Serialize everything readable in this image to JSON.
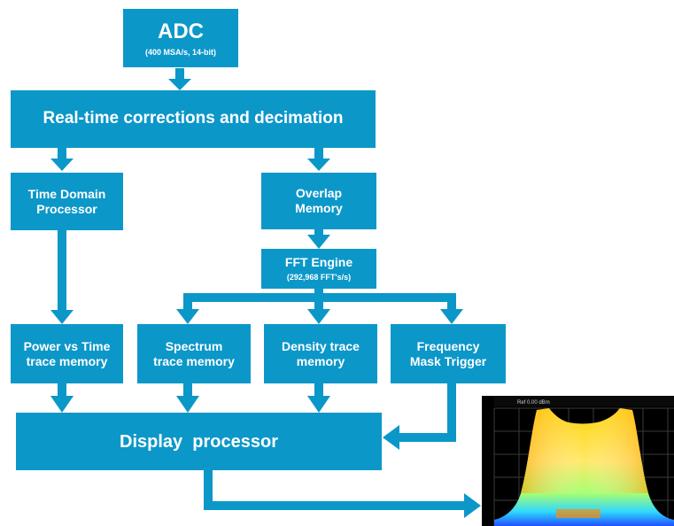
{
  "colors": {
    "box": "#0c97c9",
    "arrow": "#0c97c9",
    "text": "#ffffff"
  },
  "diagram": {
    "adc": {
      "label": "ADC",
      "sub": "(400 MSA/s, 14-bit)"
    },
    "corrections": {
      "label": "Real-time corrections and decimation"
    },
    "time_domain": {
      "line1": "Time Domain",
      "line2": "Processor"
    },
    "overlap": {
      "line1": "Overlap",
      "line2": "Memory"
    },
    "fft": {
      "label": "FFT Engine",
      "sub": "(292,968 FFT's/s)"
    },
    "power": {
      "line1": "Power vs Time",
      "line2": "trace memory"
    },
    "spectrum": {
      "line1": "Spectrum",
      "line2": "trace memory"
    },
    "density": {
      "line1": "Density trace",
      "line2": "memory"
    },
    "fmt": {
      "line1": "Frequency",
      "line2": "Mask Trigger"
    },
    "display": {
      "label": "Display  processor"
    }
  },
  "screen_thumbnail": {
    "ref_label": "Ref 0.00 dBm",
    "colors": [
      "#000000",
      "#ffe000",
      "#ff8a00",
      "#00c8ff",
      "#2040ff"
    ]
  }
}
